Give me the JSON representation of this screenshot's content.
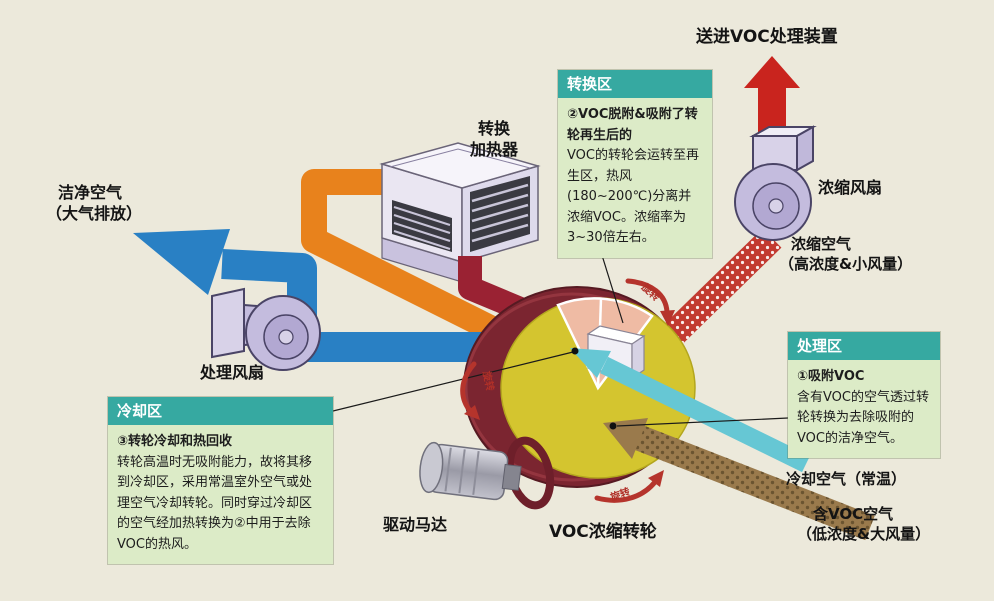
{
  "labels": {
    "to_voc_device": "送进VOC处理装置",
    "concentration_fan": "浓缩风扇",
    "concentrated_air_line1": "浓缩空气",
    "concentrated_air_line2": "（高浓度&小风量）",
    "heater_line1": "转换",
    "heater_line2": "加热器",
    "clean_air_line1": "洁净空气",
    "clean_air_line2": "（大气排放）",
    "processing_fan": "处理风扇",
    "drive_motor": "驱动马达",
    "voc_rotor": "VOC浓缩转轮",
    "cooling_air": "冷却空气（常温）",
    "voc_air_line1": "含VOC空气",
    "voc_air_line2": "（低浓度&大风量）",
    "rotation": "旋转"
  },
  "boxes": {
    "conversion": {
      "title": "转换区",
      "bold_text": "②VOC脱附&吸附了转轮再生后的",
      "body_text": "VOC的转轮会运转至再生区，热风(180~200℃)分离并浓缩VOC。浓缩率为3~30倍左右。"
    },
    "processing": {
      "title": "处理区",
      "bold_text": "①吸附VOC",
      "body_text": "含有VOC的空气透过转轮转换为去除吸附的VOC的洁净空气。"
    },
    "cooling": {
      "title": "冷却区",
      "bold_text": "③转轮冷却和热回收",
      "body_text": "转轮高温时无吸附能力，故将其移到冷却区，采用常温室外空气或处理空气冷却转轮。同时穿过冷却区的空气经加热转换为②中用于去除VOC的热风。"
    }
  },
  "colors": {
    "background": "#ece9db",
    "box_header_teal": "#36a9a1",
    "box_body_green": "#dcebc7",
    "clean_air_blue": "#2980c4",
    "hot_air_orange": "#e8821c",
    "hot_pipe_red": "#9a2233",
    "voc_band_red": "#c23a30",
    "top_arrow_red": "#c9241e",
    "cooling_cyan": "#66c7d4",
    "voc_air_brown": "#9a7a4c",
    "rotor_yellow": "#d4c52f",
    "rotor_rim": "#7b2530",
    "wedge_pink": "#efbba4",
    "fan_lavender": "#c4bcde"
  }
}
